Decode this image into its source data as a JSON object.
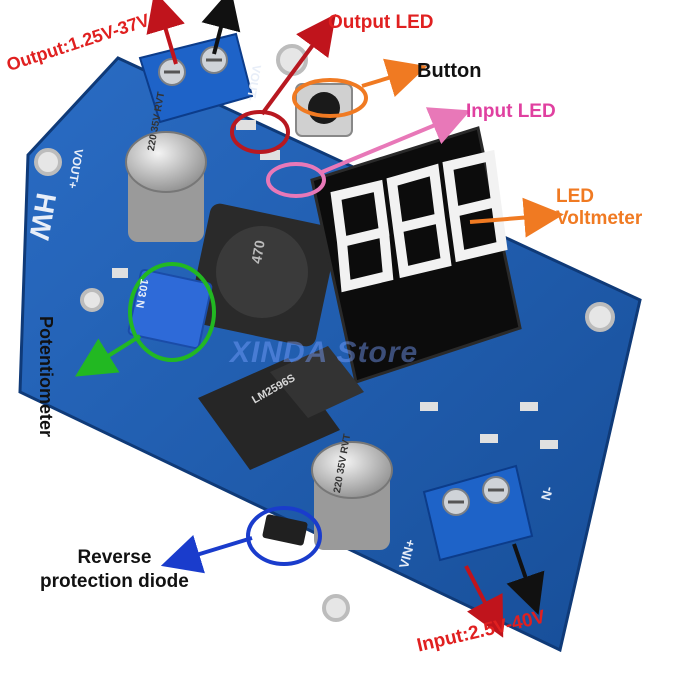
{
  "labels": {
    "output": "Output:1.25V-37V",
    "output_led": "Output LED",
    "button": "Button",
    "input_led": "Input LED",
    "led_voltmeter_line1": "LED",
    "led_voltmeter_line2": "Voltmeter",
    "potentiometer": "Potentiometer",
    "reverse_diode_line1": "Reverse",
    "reverse_diode_line2": "protection diode",
    "input": "Input:2.5V-40V"
  },
  "silkscreen": {
    "board_id": "HW",
    "vout_plus": "VOUT+",
    "vout_minus": "VOUT-",
    "vin_plus": "VIN+",
    "n_minus": "N-",
    "cap_top": "220 35V RVT",
    "cap_bottom": "220 35V RVT",
    "pot_marking": "103 N",
    "inductor": "470",
    "ic": "LM2596S"
  },
  "watermark": "XINDA Store",
  "colors": {
    "pcb": "#1f5fb4",
    "pcb_dark": "#184c92",
    "red_label": "#e02020",
    "pink_label": "#e040a0",
    "orange_label": "#f07a22",
    "green_circle": "#22b822",
    "blue_circle": "#1a3ccc",
    "display_bg": "#0c0c0c",
    "segment": "#ffffff"
  }
}
